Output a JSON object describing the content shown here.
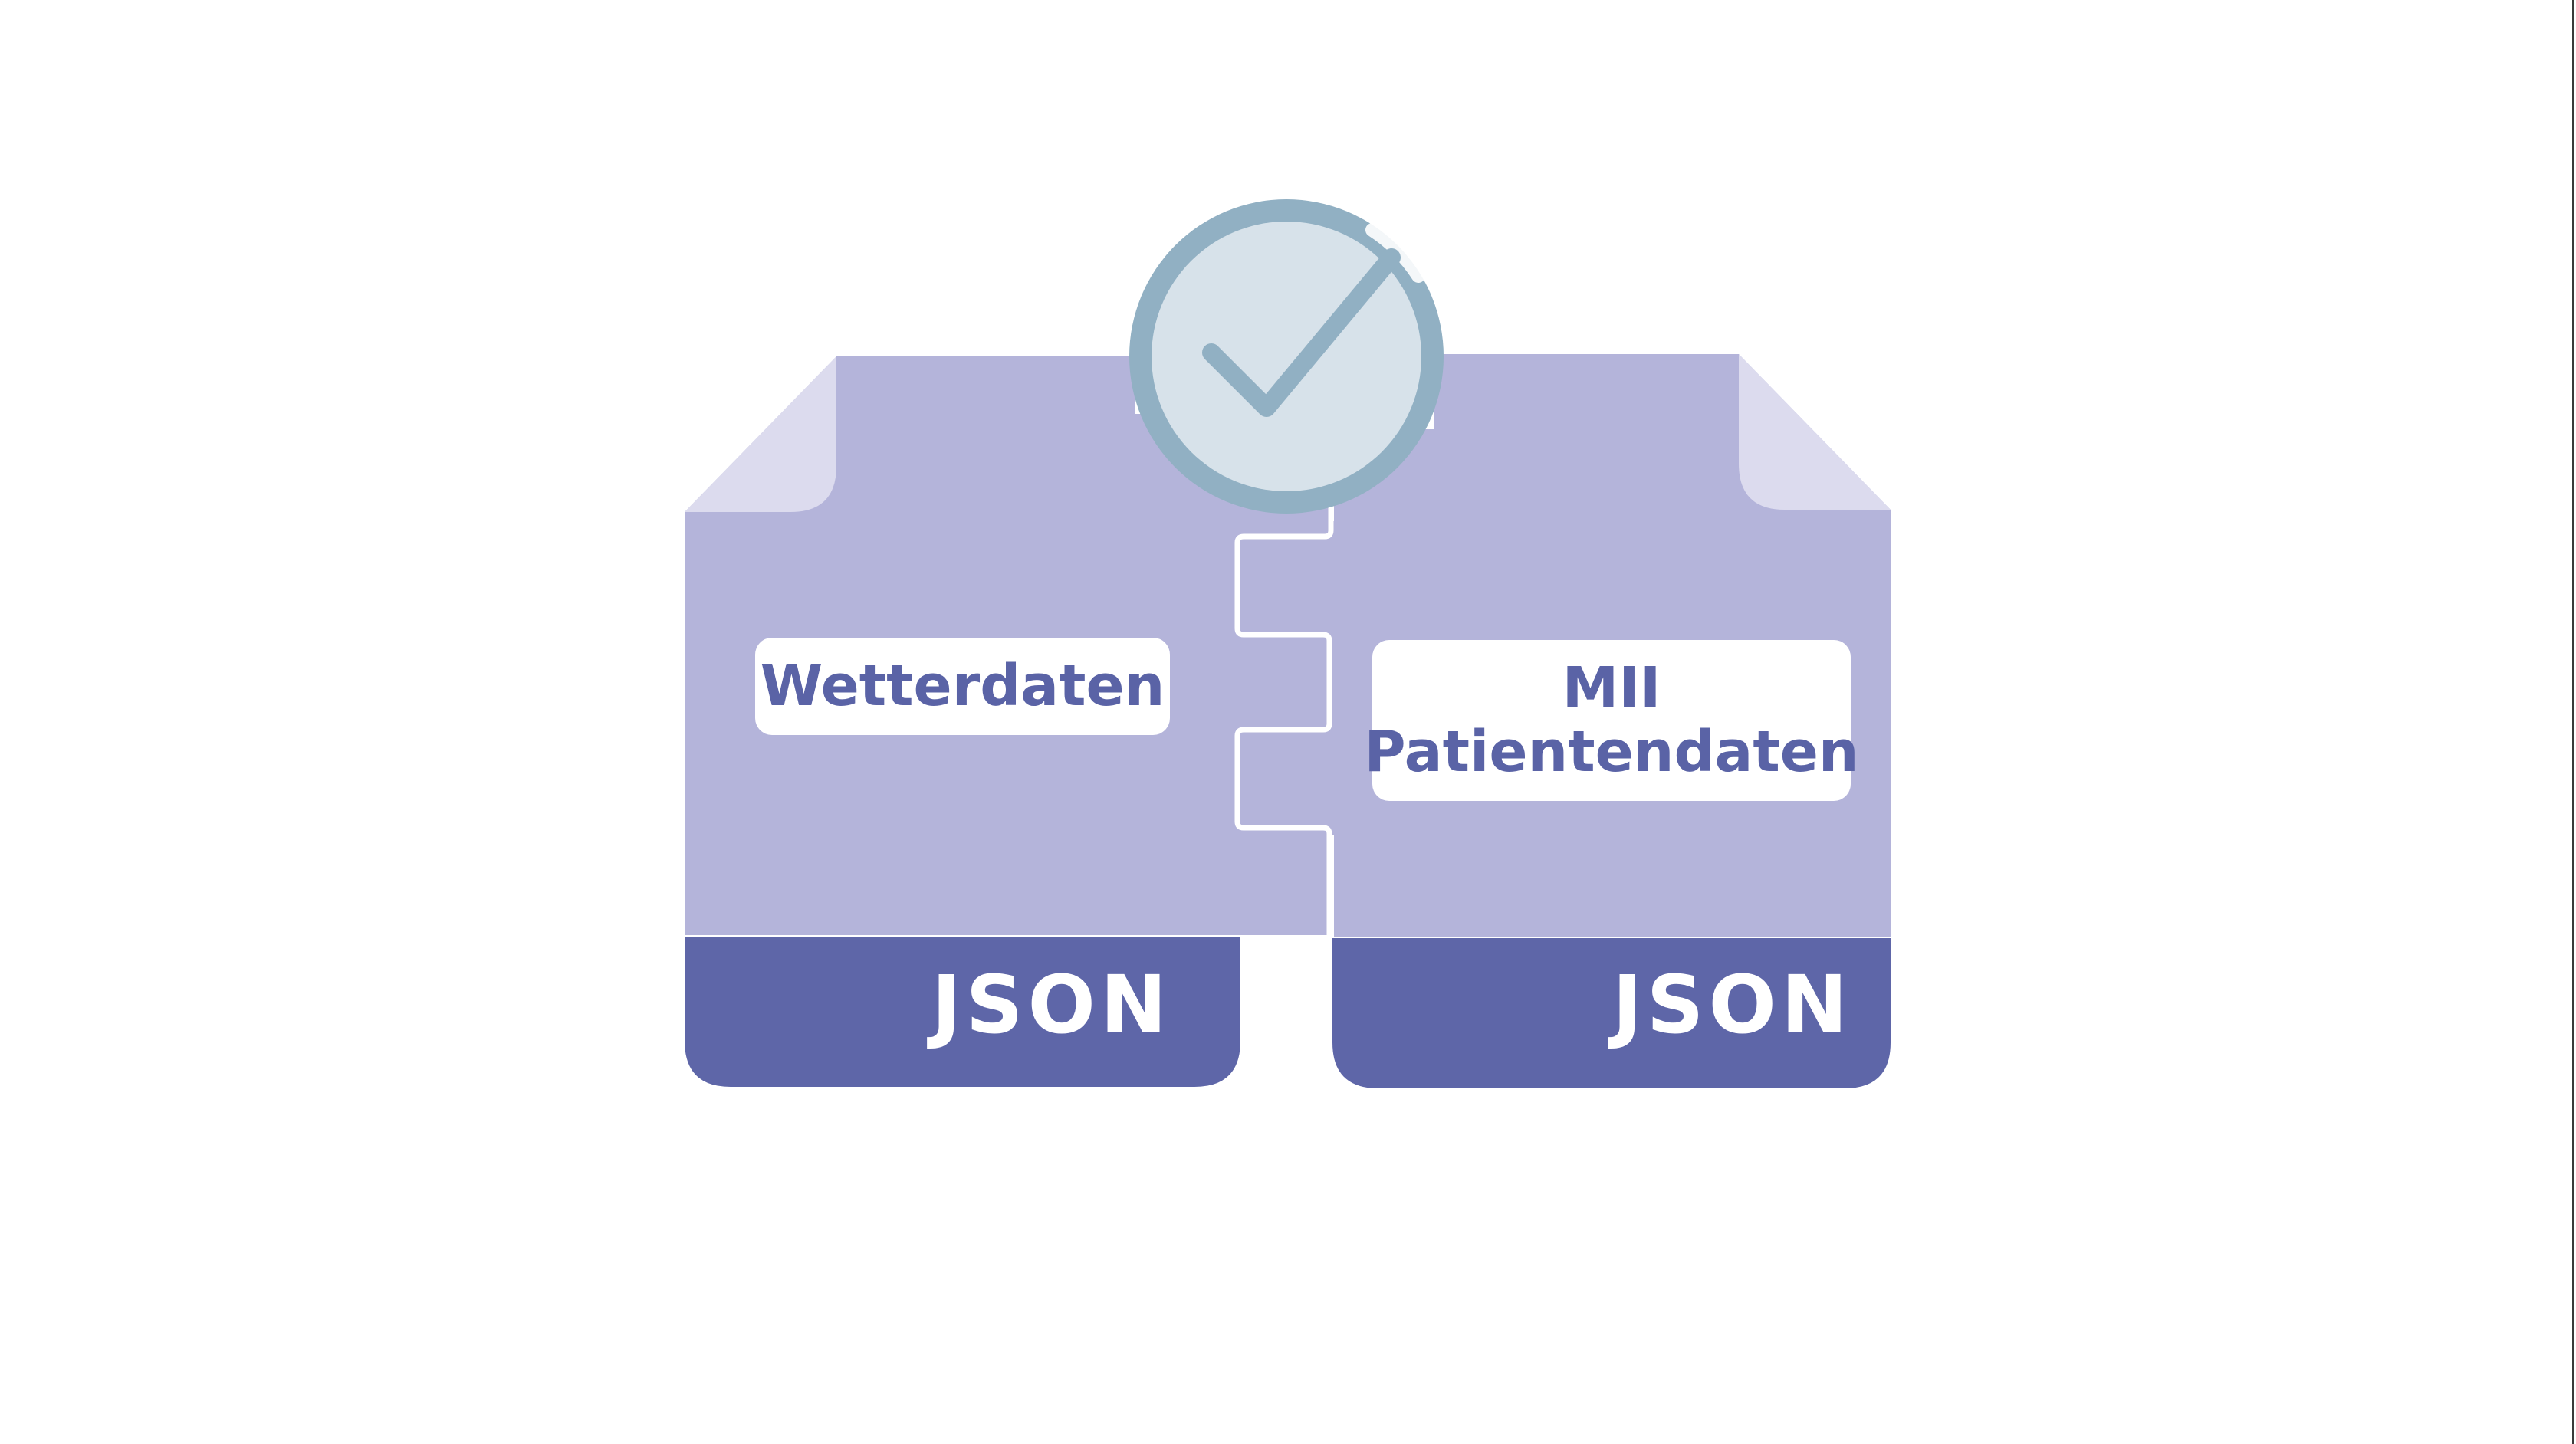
{
  "files": {
    "left": {
      "label": "Wetterdaten",
      "format": "JSON"
    },
    "right": {
      "label_line1": "MII",
      "label_line2": "Patientendaten",
      "format": "JSON"
    }
  },
  "status": {
    "icon": "checkmark-icon",
    "meaning": "match"
  },
  "colors": {
    "file_body": "#b4b4da",
    "file_fold": "#dcdbee",
    "file_footer": "#5e66a8",
    "label_text": "#5a63a6",
    "badge_ring": "#91b0c3",
    "badge_fill": "#d7e2ea",
    "background": "#ffffff"
  }
}
